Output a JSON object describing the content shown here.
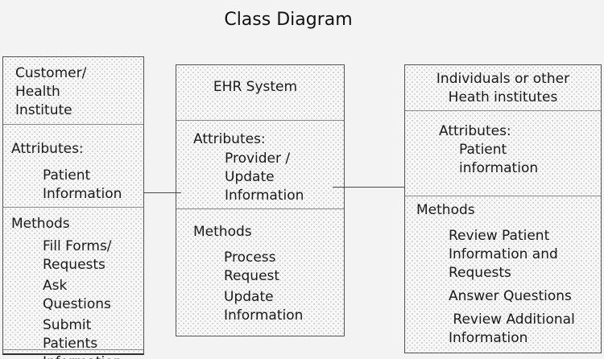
{
  "title": "Class Diagram",
  "colors": {
    "page_background": "#f3f3f3",
    "box_fill": "#f8f8f8",
    "box_dot_texture": "#c9c9c9",
    "box_border": "#555555",
    "divider": "#8a8a8a",
    "text": "#1a1a1a",
    "connector": "#4a4a4a"
  },
  "classes": [
    {
      "name": "Customer/\nHealth\nInstitute",
      "attributes_label": "Attributes:",
      "attributes": [
        "Patient\nInformation"
      ],
      "methods_label": "Methods",
      "methods": [
        "Fill Forms/\nRequests",
        "Ask Questions",
        "Submit Patients\nInformation"
      ]
    },
    {
      "name": "EHR System",
      "attributes_label": "Attributes:",
      "attributes": [
        "Provider /\nUpdate\nInformation"
      ],
      "methods_label": "Methods",
      "methods": [
        "Process\nRequest",
        "Update\nInformation"
      ]
    },
    {
      "name": "Individuals or other\nHeath institutes",
      "attributes_label": "Attributes:",
      "attributes": [
        "Patient\ninformation"
      ],
      "methods_label": "Methods",
      "methods": [
        "Review Patient\nInformation and\nRequests",
        "Answer Questions",
        " Review Additional\nInformation"
      ]
    }
  ]
}
